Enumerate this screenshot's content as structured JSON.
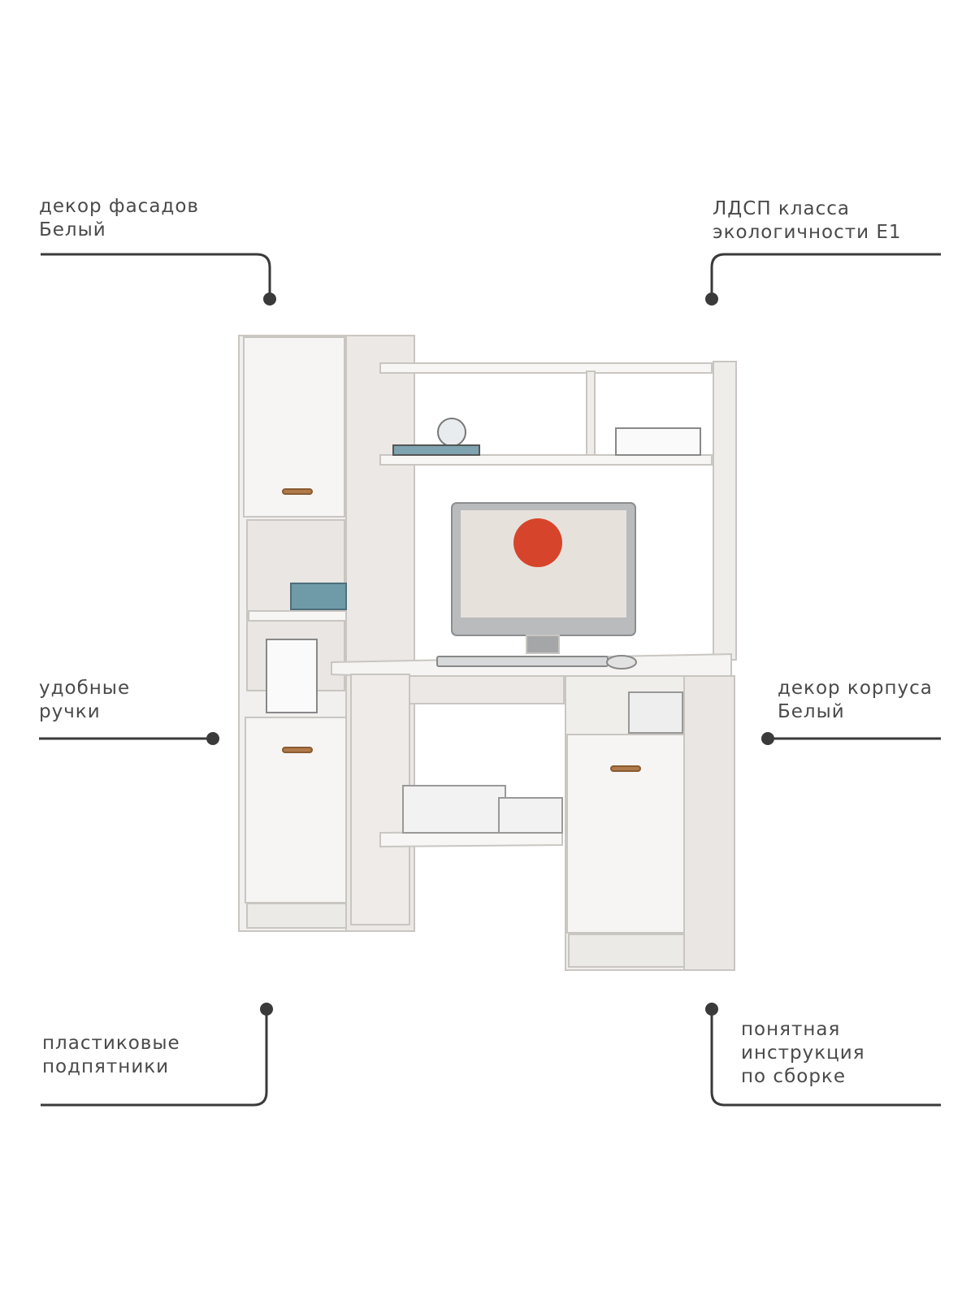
{
  "callouts": {
    "top_left": "декор фасадов\nБелый",
    "top_right": "ЛДСП класса\nэкологичности Е1",
    "mid_left": "удобные\nручки",
    "mid_right": "декор корпуса\nБелый",
    "bottom_left": "пластиковые\nподпятники",
    "bottom_right": "понятная\nинструкция\nпо сборке"
  },
  "colors": {
    "text": "#4a4a4a",
    "line": "#3a3a3a",
    "furniture": "#f2f0ee",
    "edge": "#c9c6c2"
  }
}
